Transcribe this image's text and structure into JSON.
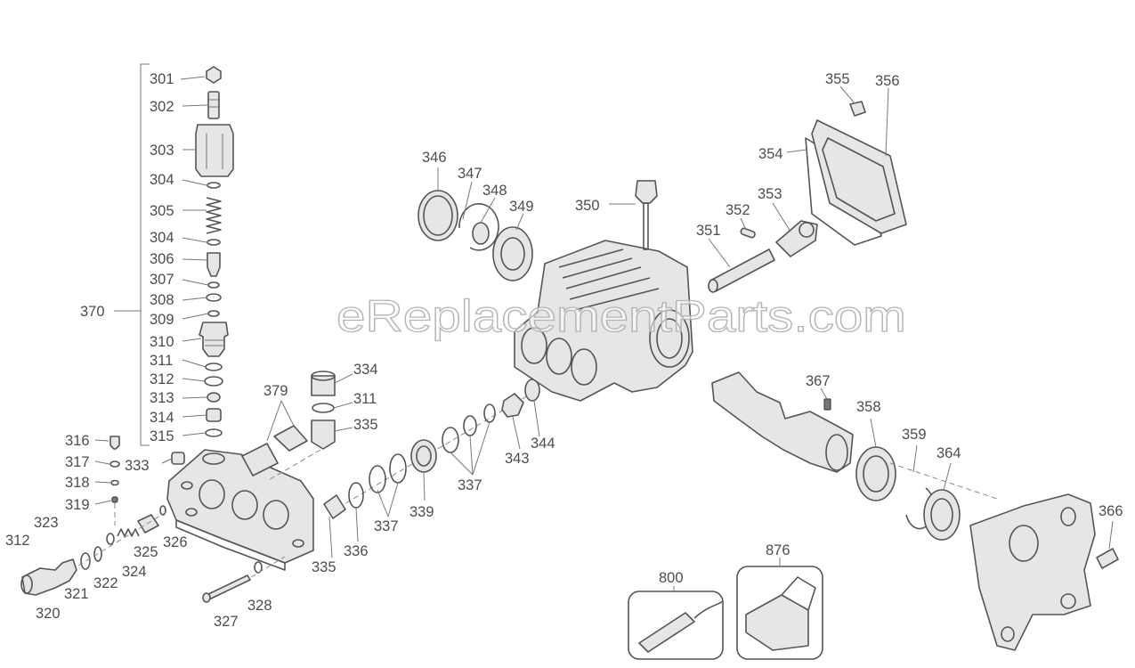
{
  "watermark": "eReplacementParts.com",
  "callouts": {
    "p301": "301",
    "p302": "302",
    "p303": "303",
    "p304a": "304",
    "p305": "305",
    "p304b": "304",
    "p306": "306",
    "p307": "307",
    "p308": "308",
    "p309": "309",
    "p310": "310",
    "p311a": "311",
    "p312a": "312",
    "p313": "313",
    "p314": "314",
    "p315": "315",
    "p370": "370",
    "p316": "316",
    "p317": "317",
    "p318": "318",
    "p319": "319",
    "p312b": "312",
    "p320": "320",
    "p321": "321",
    "p322": "322",
    "p323": "323",
    "p324": "324",
    "p325": "325",
    "p326": "326",
    "p327": "327",
    "p328": "328",
    "p333": "333",
    "p379": "379",
    "p334": "334",
    "p311b": "311",
    "p335a": "335",
    "p335b": "335",
    "p336": "336",
    "p337a": "337",
    "p339": "339",
    "p337b": "337",
    "p343": "343",
    "p344": "344",
    "p346": "346",
    "p347": "347",
    "p348": "348",
    "p349": "349",
    "p350": "350",
    "p351": "351",
    "p352": "352",
    "p353": "353",
    "p354": "354",
    "p355": "355",
    "p356": "356",
    "p367": "367",
    "p358": "358",
    "p359": "359",
    "p364": "364",
    "p366": "366",
    "p800": "800",
    "p876": "876"
  },
  "colors": {
    "line": "#555555",
    "label": "#4d4d4d",
    "fill": "#e6e6e6"
  }
}
